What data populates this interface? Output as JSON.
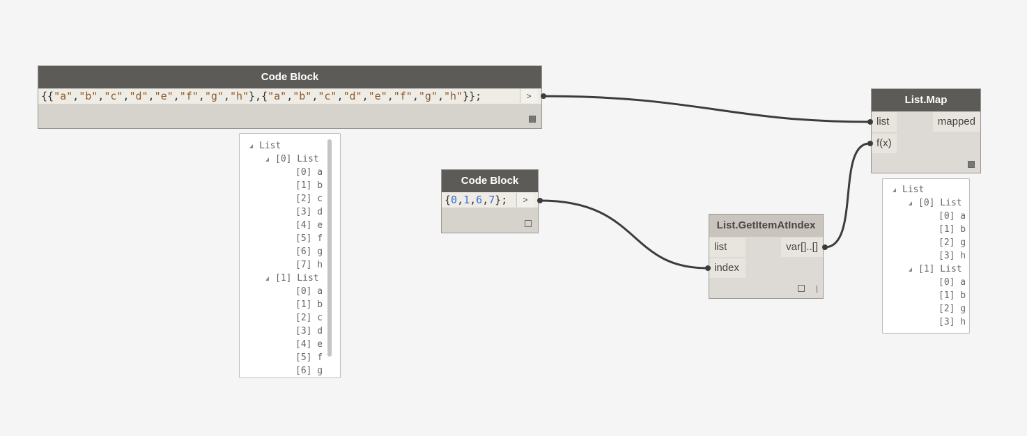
{
  "nodes": {
    "code_block_1": {
      "title": "Code Block",
      "code_tokens": [
        {
          "t": "{{",
          "c": "punc"
        },
        {
          "t": "\"a\"",
          "c": "str"
        },
        {
          "t": ",",
          "c": "punc"
        },
        {
          "t": "\"b\"",
          "c": "str"
        },
        {
          "t": ",",
          "c": "punc"
        },
        {
          "t": "\"c\"",
          "c": "str"
        },
        {
          "t": ",",
          "c": "punc"
        },
        {
          "t": "\"d\"",
          "c": "str"
        },
        {
          "t": ",",
          "c": "punc"
        },
        {
          "t": "\"e\"",
          "c": "str"
        },
        {
          "t": ",",
          "c": "punc"
        },
        {
          "t": "\"f\"",
          "c": "str"
        },
        {
          "t": ",",
          "c": "punc"
        },
        {
          "t": "\"g\"",
          "c": "str"
        },
        {
          "t": ",",
          "c": "punc"
        },
        {
          "t": "\"h\"",
          "c": "str"
        },
        {
          "t": "},{",
          "c": "punc"
        },
        {
          "t": "\"a\"",
          "c": "str"
        },
        {
          "t": ",",
          "c": "punc"
        },
        {
          "t": "\"b\"",
          "c": "str"
        },
        {
          "t": ",",
          "c": "punc"
        },
        {
          "t": "\"c\"",
          "c": "str"
        },
        {
          "t": ",",
          "c": "punc"
        },
        {
          "t": "\"d\"",
          "c": "str"
        },
        {
          "t": ",",
          "c": "punc"
        },
        {
          "t": "\"e\"",
          "c": "str"
        },
        {
          "t": ",",
          "c": "punc"
        },
        {
          "t": "\"f\"",
          "c": "str"
        },
        {
          "t": ",",
          "c": "punc"
        },
        {
          "t": "\"g\"",
          "c": "str"
        },
        {
          "t": ",",
          "c": "punc"
        },
        {
          "t": "\"h\"",
          "c": "str"
        },
        {
          "t": "}};",
          "c": "punc"
        }
      ],
      "output_label": ">"
    },
    "code_block_2": {
      "title": "Code Block",
      "code_tokens": [
        {
          "t": "{",
          "c": "punc"
        },
        {
          "t": "0",
          "c": "num"
        },
        {
          "t": ",",
          "c": "punc"
        },
        {
          "t": "1",
          "c": "num"
        },
        {
          "t": ",",
          "c": "punc"
        },
        {
          "t": "6",
          "c": "num"
        },
        {
          "t": ",",
          "c": "punc"
        },
        {
          "t": "7",
          "c": "num"
        },
        {
          "t": "};",
          "c": "punc"
        }
      ],
      "output_label": ">"
    },
    "get_item_at_index": {
      "title": "List.GetItemAtIndex",
      "inputs": [
        "list",
        "index"
      ],
      "output": "var[]..[]",
      "lacing": "|"
    },
    "list_map": {
      "title": "List.Map",
      "inputs": [
        "list",
        "f(x)"
      ],
      "output": "mapped"
    }
  },
  "previews": {
    "code_block_1": [
      {
        "level": 0,
        "label": "List",
        "expand": true
      },
      {
        "level": 1,
        "label": "[0] List",
        "expand": true
      },
      {
        "level": 2,
        "label": "[0] a"
      },
      {
        "level": 2,
        "label": "[1] b"
      },
      {
        "level": 2,
        "label": "[2] c"
      },
      {
        "level": 2,
        "label": "[3] d"
      },
      {
        "level": 2,
        "label": "[4] e"
      },
      {
        "level": 2,
        "label": "[5] f"
      },
      {
        "level": 2,
        "label": "[6] g"
      },
      {
        "level": 2,
        "label": "[7] h"
      },
      {
        "level": 1,
        "label": "[1] List",
        "expand": true
      },
      {
        "level": 2,
        "label": "[0] a"
      },
      {
        "level": 2,
        "label": "[1] b"
      },
      {
        "level": 2,
        "label": "[2] c"
      },
      {
        "level": 2,
        "label": "[3] d"
      },
      {
        "level": 2,
        "label": "[4] e"
      },
      {
        "level": 2,
        "label": "[5] f"
      },
      {
        "level": 2,
        "label": "[6] g"
      }
    ],
    "list_map": [
      {
        "level": 0,
        "label": "List",
        "expand": true
      },
      {
        "level": 1,
        "label": "[0] List",
        "expand": true
      },
      {
        "level": 2,
        "label": "[0] a"
      },
      {
        "level": 2,
        "label": "[1] b"
      },
      {
        "level": 2,
        "label": "[2] g"
      },
      {
        "level": 2,
        "label": "[3] h"
      },
      {
        "level": 1,
        "label": "[1] List",
        "expand": true
      },
      {
        "level": 2,
        "label": "[0] a"
      },
      {
        "level": 2,
        "label": "[1] b"
      },
      {
        "level": 2,
        "label": "[2] g"
      },
      {
        "level": 2,
        "label": "[3] h"
      }
    ]
  },
  "colors": {
    "canvas": "#f5f5f5",
    "node_header": "#5d5b58",
    "node_body": "#d6d3cd",
    "wire": "#3c3c3c",
    "string_token": "#8d5c2a",
    "number_token": "#3b6fd0"
  }
}
